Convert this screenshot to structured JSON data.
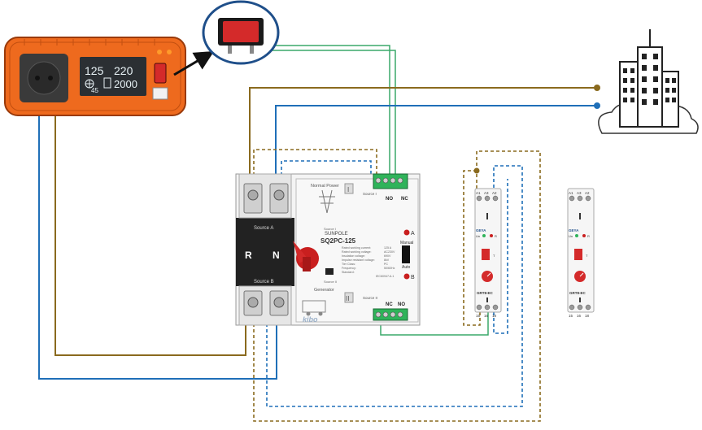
{
  "inverter": {
    "display": {
      "val_125": "125",
      "val_220": "220",
      "val_2000": "2000",
      "val_temp": "45",
      "unit_c": "°C"
    }
  },
  "ats": {
    "brand": "SUNPOLE",
    "model": "SQ2PC-125",
    "normal_power": "Normal Power",
    "numeral_top": "I",
    "numeral_bottom": "II",
    "generator": "Generator",
    "source_a": "Source A",
    "source_b": "Source B",
    "source_i": "Source I",
    "source_ii": "Source II",
    "pole_r": "R",
    "pole_n": "N",
    "label_a": "A",
    "label_b": "B",
    "manual": "Manual",
    "auto": "Auto",
    "term_top_left": "Source I",
    "term_bottom_left": "Source II",
    "nc": "NC",
    "no": "NO",
    "spec_lines": [
      "Rated working current:",
      "Rated working voltage:",
      "Insulation voltage:",
      "Impulse resistant voltage:",
      "Tier Class:",
      "Frequency:",
      "Standard:"
    ],
    "spec_values": [
      "125 A",
      "AC230V",
      "690V",
      "8kV",
      "PC",
      "50/60Hz",
      "IEC60947-6-1"
    ],
    "brand_logo": "kibo"
  },
  "relays": [
    {
      "terminals_top": [
        "A1",
        "A3",
        "A2"
      ],
      "brand": "GEYA",
      "un": "Un",
      "r": "R",
      "t": "T",
      "model": "GRT8-EC",
      "terminals_bottom": [
        "15",
        "16",
        "18"
      ]
    },
    {
      "terminals_top": [
        "A1",
        "A3",
        "A2"
      ],
      "brand": "GEYA",
      "un": "Un",
      "r": "R",
      "t": "T",
      "model": "GRT8-EC",
      "terminals_bottom": [
        "15",
        "16",
        "18"
      ]
    }
  ],
  "colors": {
    "brown_wire": "#8a6a1e",
    "blue_wire": "#1f6fb8",
    "green_wire": "#3aa86a",
    "inverter_orange": "#ee6a1e",
    "switch_red": "#d42a2a",
    "terminal_green": "#2fb35a"
  },
  "icons": {
    "rocker_switch": "red-rocker-switch-icon",
    "building": "building-icon",
    "arrow": "arrow-icon"
  }
}
